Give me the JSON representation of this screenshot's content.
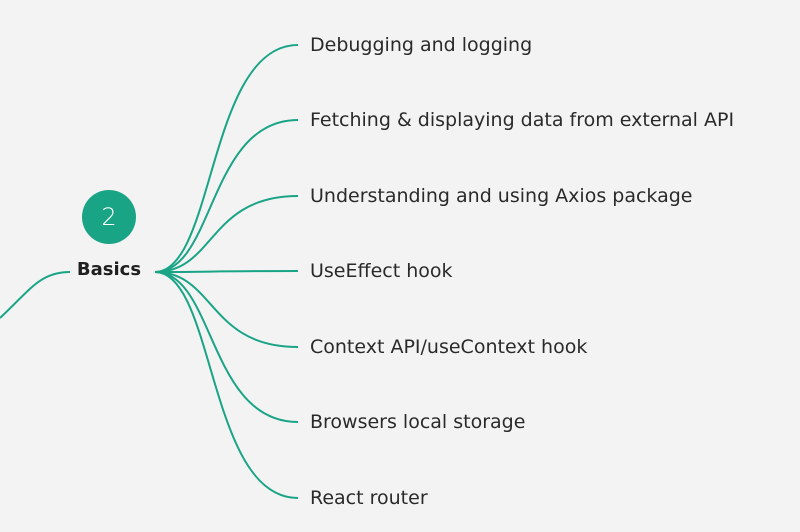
{
  "node": {
    "number": "2",
    "title": "Basics"
  },
  "topics": [
    {
      "label": "Debugging and logging"
    },
    {
      "label": "Fetching & displaying data from external API"
    },
    {
      "label": "Understanding and using Axios package"
    },
    {
      "label": "UseEffect hook"
    },
    {
      "label": "Context API/useContext hook"
    },
    {
      "label": "Browsers local storage"
    },
    {
      "label": "React router"
    }
  ],
  "colors": {
    "accent": "#1aa486",
    "background": "#f3f3f3",
    "text": "#2a2a2a"
  },
  "icons": {
    "node_badge": "numbered-circle-icon"
  }
}
